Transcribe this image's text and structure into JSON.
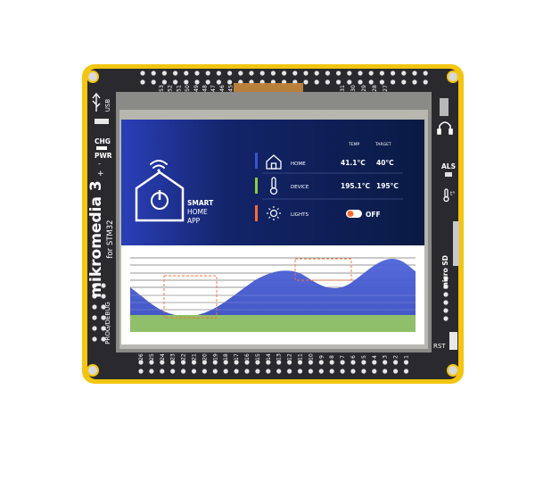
{
  "board": {
    "brand": "mikromedia 3",
    "subtitle": "for STM32",
    "labels": {
      "usb": "USB",
      "chg": "CHG",
      "pwr": "PWR",
      "minus": "-",
      "plus": "+",
      "prog_debug": "PROG/DEBUG",
      "als": "ALS",
      "temp_sensor": "t°",
      "micro_sd": "micro SD",
      "rst": "RST"
    },
    "top_pin_numbers": [
      "53",
      "52",
      "51",
      "50",
      "49",
      "48",
      "47",
      "46",
      "45",
      "31",
      "30",
      "29",
      "28",
      "27"
    ],
    "bottom_pin_numbers": [
      "26",
      "25",
      "24",
      "23",
      "22",
      "21",
      "20",
      "19",
      "18",
      "17",
      "16",
      "15",
      "14",
      "13",
      "12",
      "11",
      "10",
      "9",
      "8",
      "7",
      "6",
      "5",
      "4",
      "3",
      "2",
      "1"
    ],
    "colors": {
      "pcb": "#2a2a2e",
      "edge_gold": "#f2c511",
      "screen_bg": "#0c1f4d",
      "accent_blue": "#3a52c9",
      "accent_green": "#8fce3e",
      "accent_orange": "#ff6c2f"
    }
  },
  "app": {
    "title_line1": "SMART",
    "title_line2": "HOME",
    "title_line3": "APP",
    "col_temp": "TEMP",
    "col_target": "TARGET",
    "rows": [
      {
        "label": "HOME",
        "temp": "41.1°C",
        "target": "40°C",
        "icon": "house-icon"
      },
      {
        "label": "DEVICE",
        "temp": "195.1°C",
        "target": "195°C",
        "icon": "thermometer-icon"
      },
      {
        "label": "LIGHTS",
        "status": "OFF",
        "icon": "sun-icon"
      }
    ]
  }
}
